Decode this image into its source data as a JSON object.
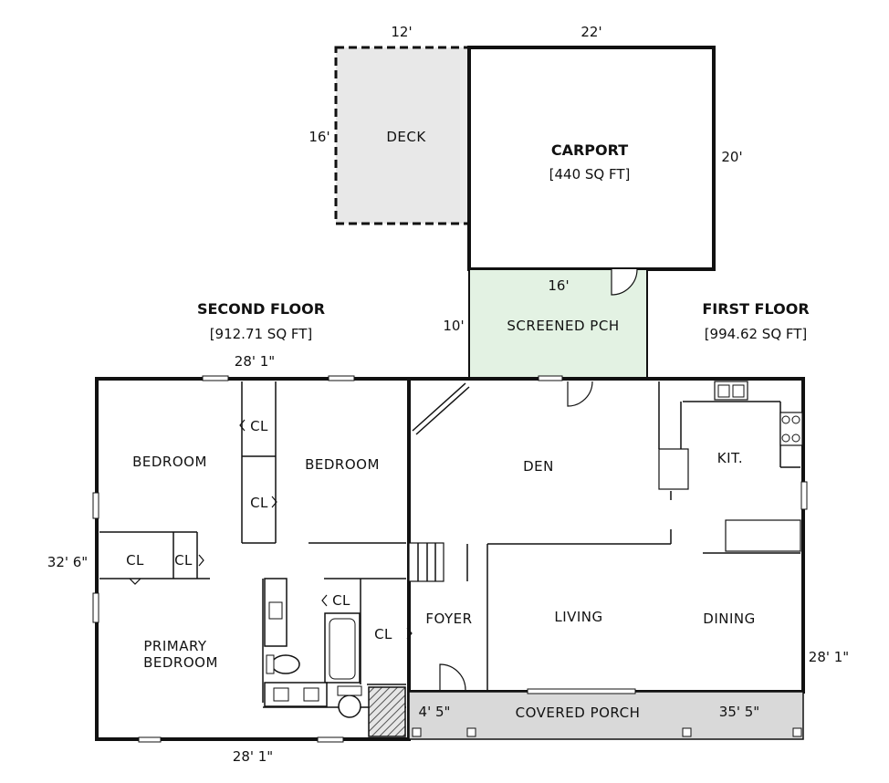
{
  "labels": {
    "deck": "DECK",
    "carport": "CARPORT",
    "carport_area": "[440 SQ FT]",
    "screened_porch": "SCREENED PCH",
    "second_floor": "SECOND FLOOR",
    "second_floor_area": "[912.71 SQ FT]",
    "first_floor": "FIRST FLOOR",
    "first_floor_area": "[994.62 SQ FT]",
    "bedroom_1": "BEDROOM",
    "bedroom_2": "BEDROOM",
    "primary_bedroom_line1": "PRIMARY",
    "primary_bedroom_line2": "BEDROOM",
    "closet": "CL",
    "den": "DEN",
    "kitchen": "KIT.",
    "foyer": "FOYER",
    "living": "LIVING",
    "dining": "DINING",
    "covered_porch": "COVERED PORCH"
  },
  "dimensions": {
    "deck_width": "12'",
    "deck_depth": "16'",
    "carport_width": "22'",
    "carport_depth": "20'",
    "porch_width": "16'",
    "porch_depth": "10'",
    "second_top": "28' 1\"",
    "second_side": "32' 6\"",
    "second_bottom": "28' 1\"",
    "first_side": "28' 1\"",
    "cov_porch_left": "4' 5\"",
    "cov_porch_right": "35' 5\""
  },
  "colors": {
    "deck_fill": "#e8e8e8",
    "screened_fill": "#e3f2e3",
    "interior_fill": "#f4f8f4",
    "porch_fill": "#d9d9d9",
    "wall": "#111111"
  }
}
